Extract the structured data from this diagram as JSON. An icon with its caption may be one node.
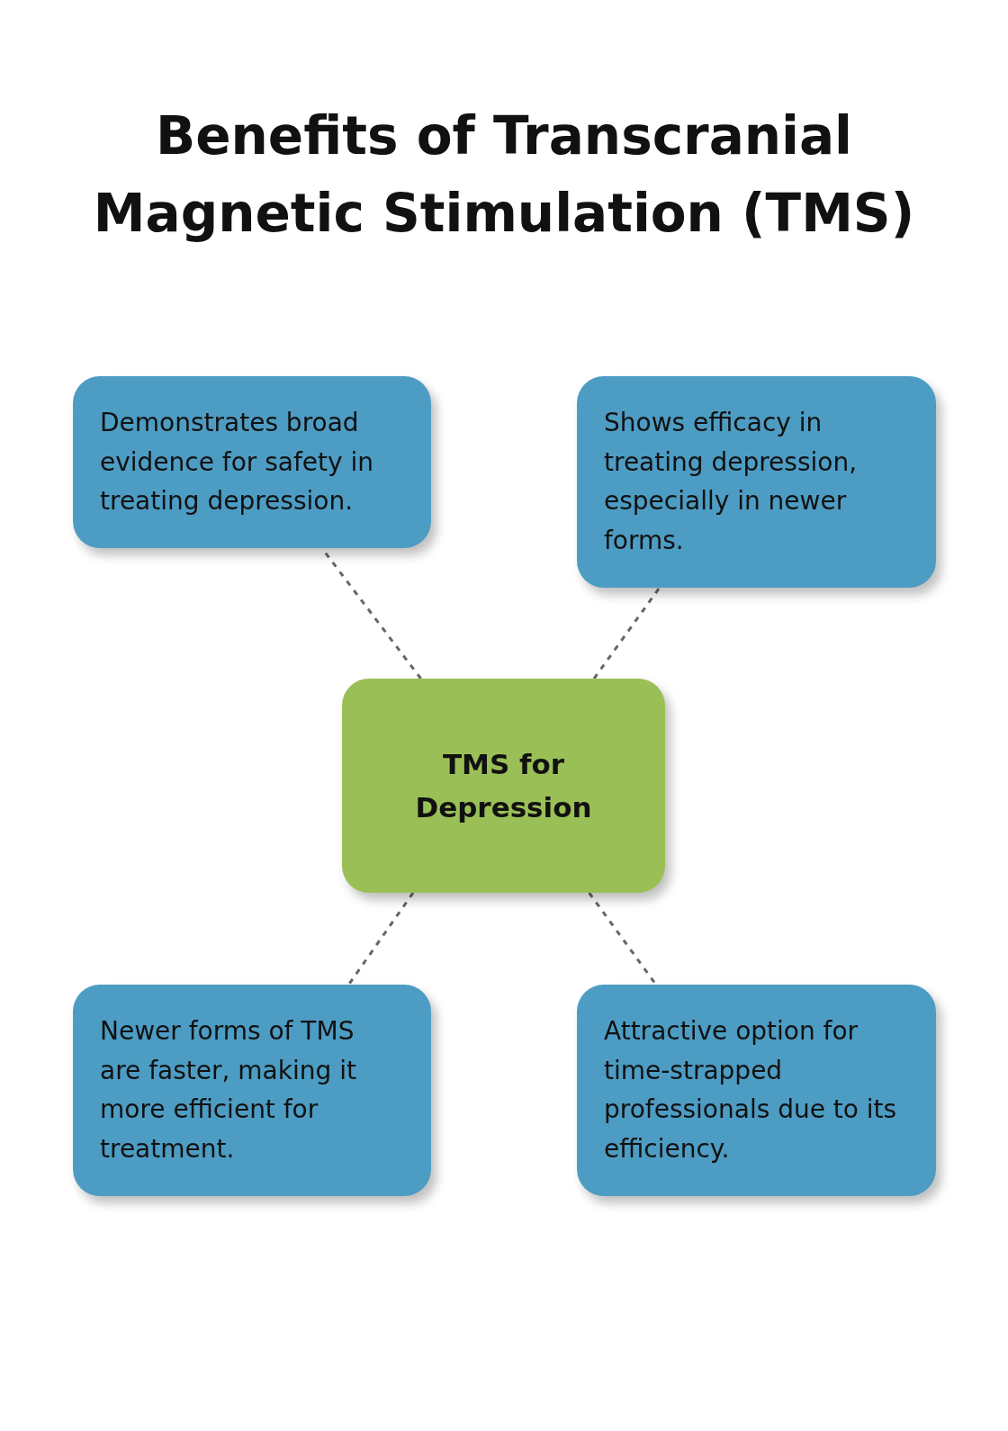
{
  "diagram": {
    "title": "Benefits of Transcranial Magnetic Stimulation (TMS)",
    "nodes": [
      {
        "text": [
          "Demonstrates broad evidence for safety in treating depression."
        ]
      },
      {
        "text": [
          "Shows efficacy in treating depression, especially in newer forms."
        ]
      },
      {
        "text": [
          "TMS for Depression"
        ]
      },
      {
        "text": [
          "Newer forms of TMS are faster, making it more efficient for treatment."
        ]
      },
      {
        "text": [
          "Attractive option for time-strapped professionals due to its efficiency."
        ]
      }
    ],
    "edges": [
      {
        "from": 2,
        "to": 0,
        "arrow": "none",
        "style": "dashed"
      },
      {
        "from": 2,
        "to": 1,
        "arrow": "none",
        "style": "dashed"
      },
      {
        "from": 2,
        "to": 3,
        "arrow": "none",
        "style": "dashed"
      },
      {
        "from": 2,
        "to": 4,
        "arrow": "none",
        "style": "dashed"
      }
    ]
  }
}
